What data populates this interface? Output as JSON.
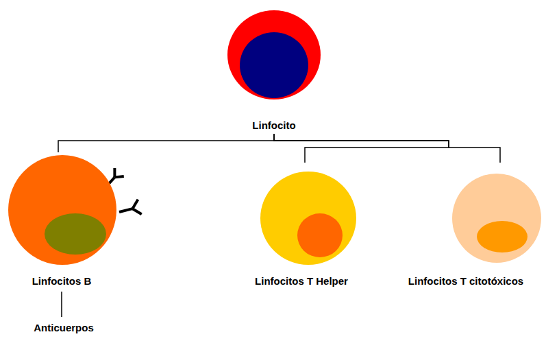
{
  "diagram": {
    "nodes": [
      {
        "text": [
          "Linfocito"
        ]
      },
      {
        "text": [
          "Linfocitos B"
        ]
      },
      {
        "text": [
          "Linfocitos T Helper"
        ]
      },
      {
        "text": [
          "Linfocitos T citotóxicos"
        ]
      }
    ],
    "edges": [
      {
        "from": 0,
        "to": 1,
        "arrow": "none"
      },
      {
        "from": 0,
        "to": 2,
        "arrow": "none"
      },
      {
        "from": 0,
        "to": 3,
        "arrow": "none"
      }
    ],
    "labels": [
      "Anticuerpos"
    ]
  }
}
